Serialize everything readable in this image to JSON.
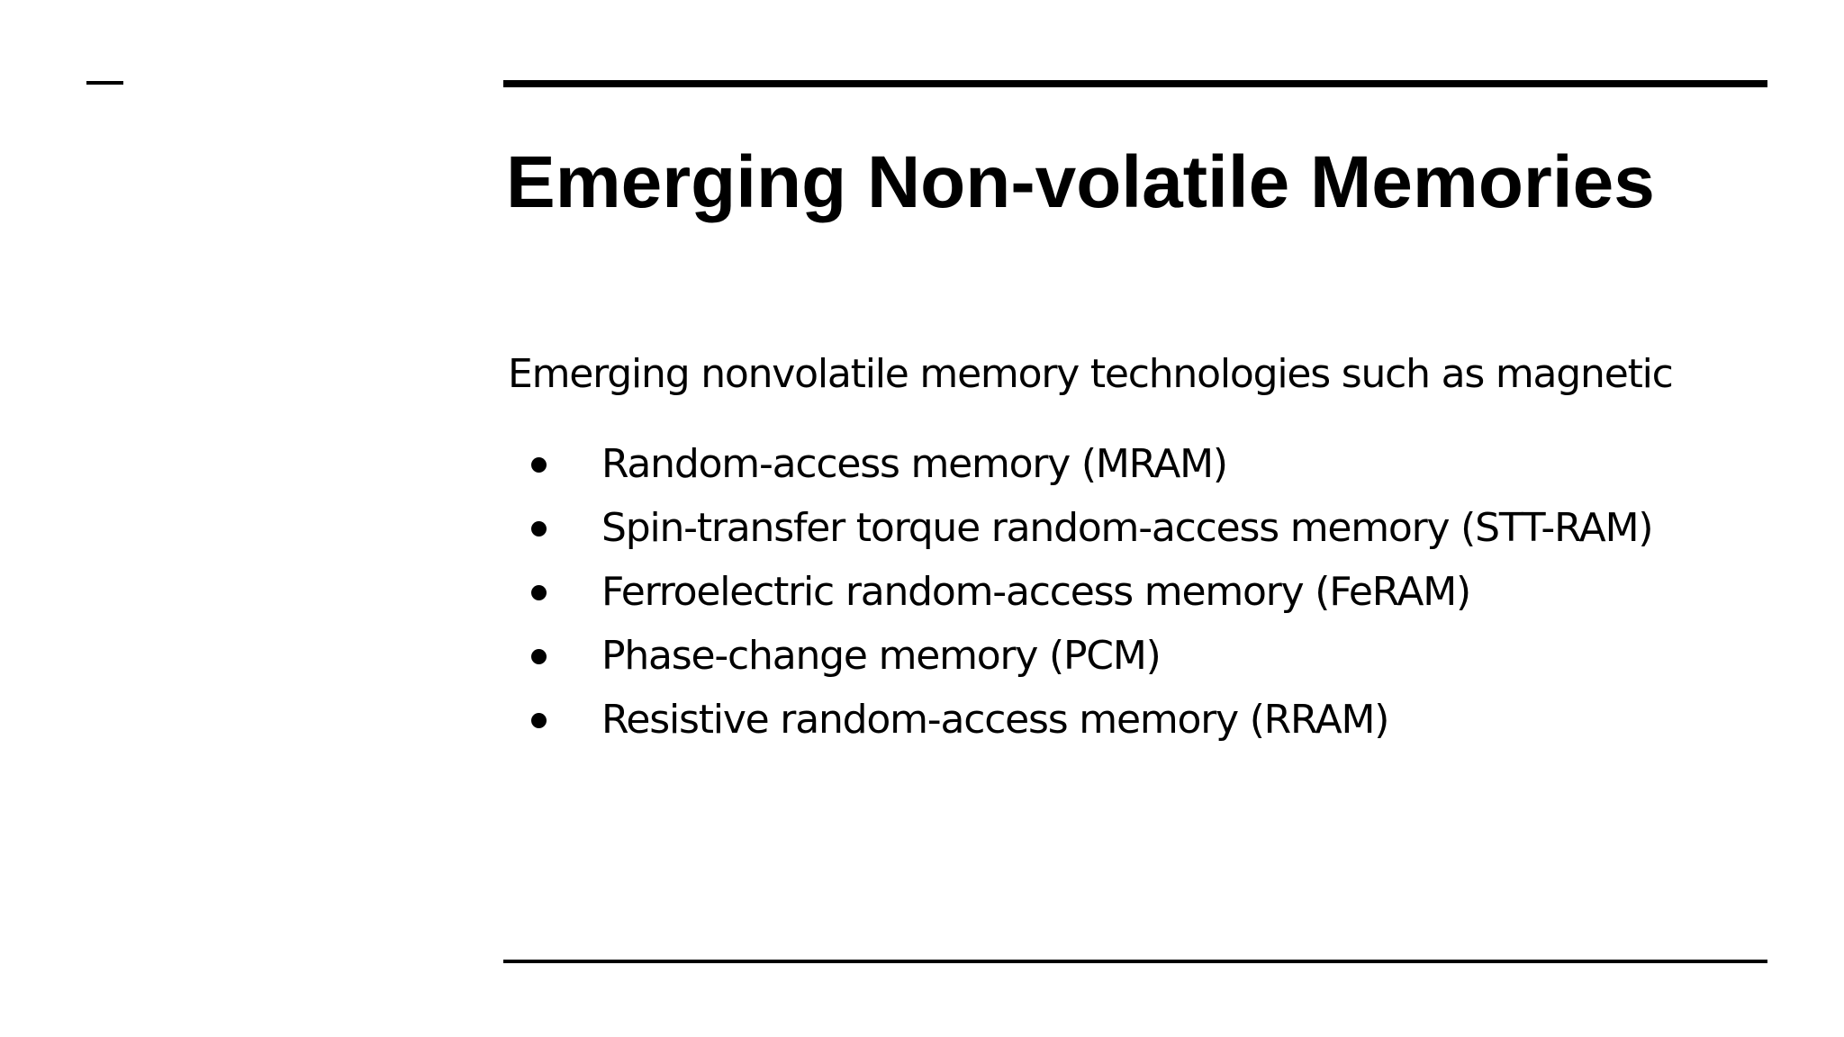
{
  "slide": {
    "title": "Emerging Non-volatile Memories",
    "intro": "Emerging nonvolatile memory technologies such as magnetic",
    "bullets": [
      "Random-access memory (MRAM)",
      "Spin-transfer torque random-access memory (STT-RAM)",
      "Ferroelectric random-access memory (FeRAM)",
      "Phase-change memory (PCM)",
      "Resistive random-access memory (RRAM)"
    ]
  }
}
